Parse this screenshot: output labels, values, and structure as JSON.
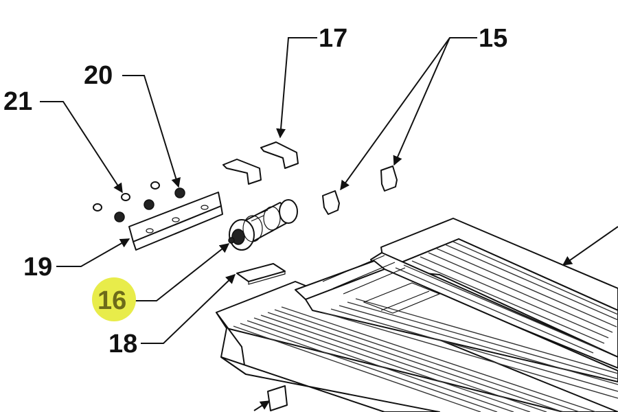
{
  "diagram": {
    "highlight_color": "#e8ec4a",
    "callouts": [
      {
        "id": "15",
        "label": "15"
      },
      {
        "id": "16",
        "label": "16",
        "highlighted": true
      },
      {
        "id": "17",
        "label": "17"
      },
      {
        "id": "18",
        "label": "18"
      },
      {
        "id": "19",
        "label": "19"
      },
      {
        "id": "20",
        "label": "20"
      },
      {
        "id": "21",
        "label": "21"
      }
    ]
  }
}
